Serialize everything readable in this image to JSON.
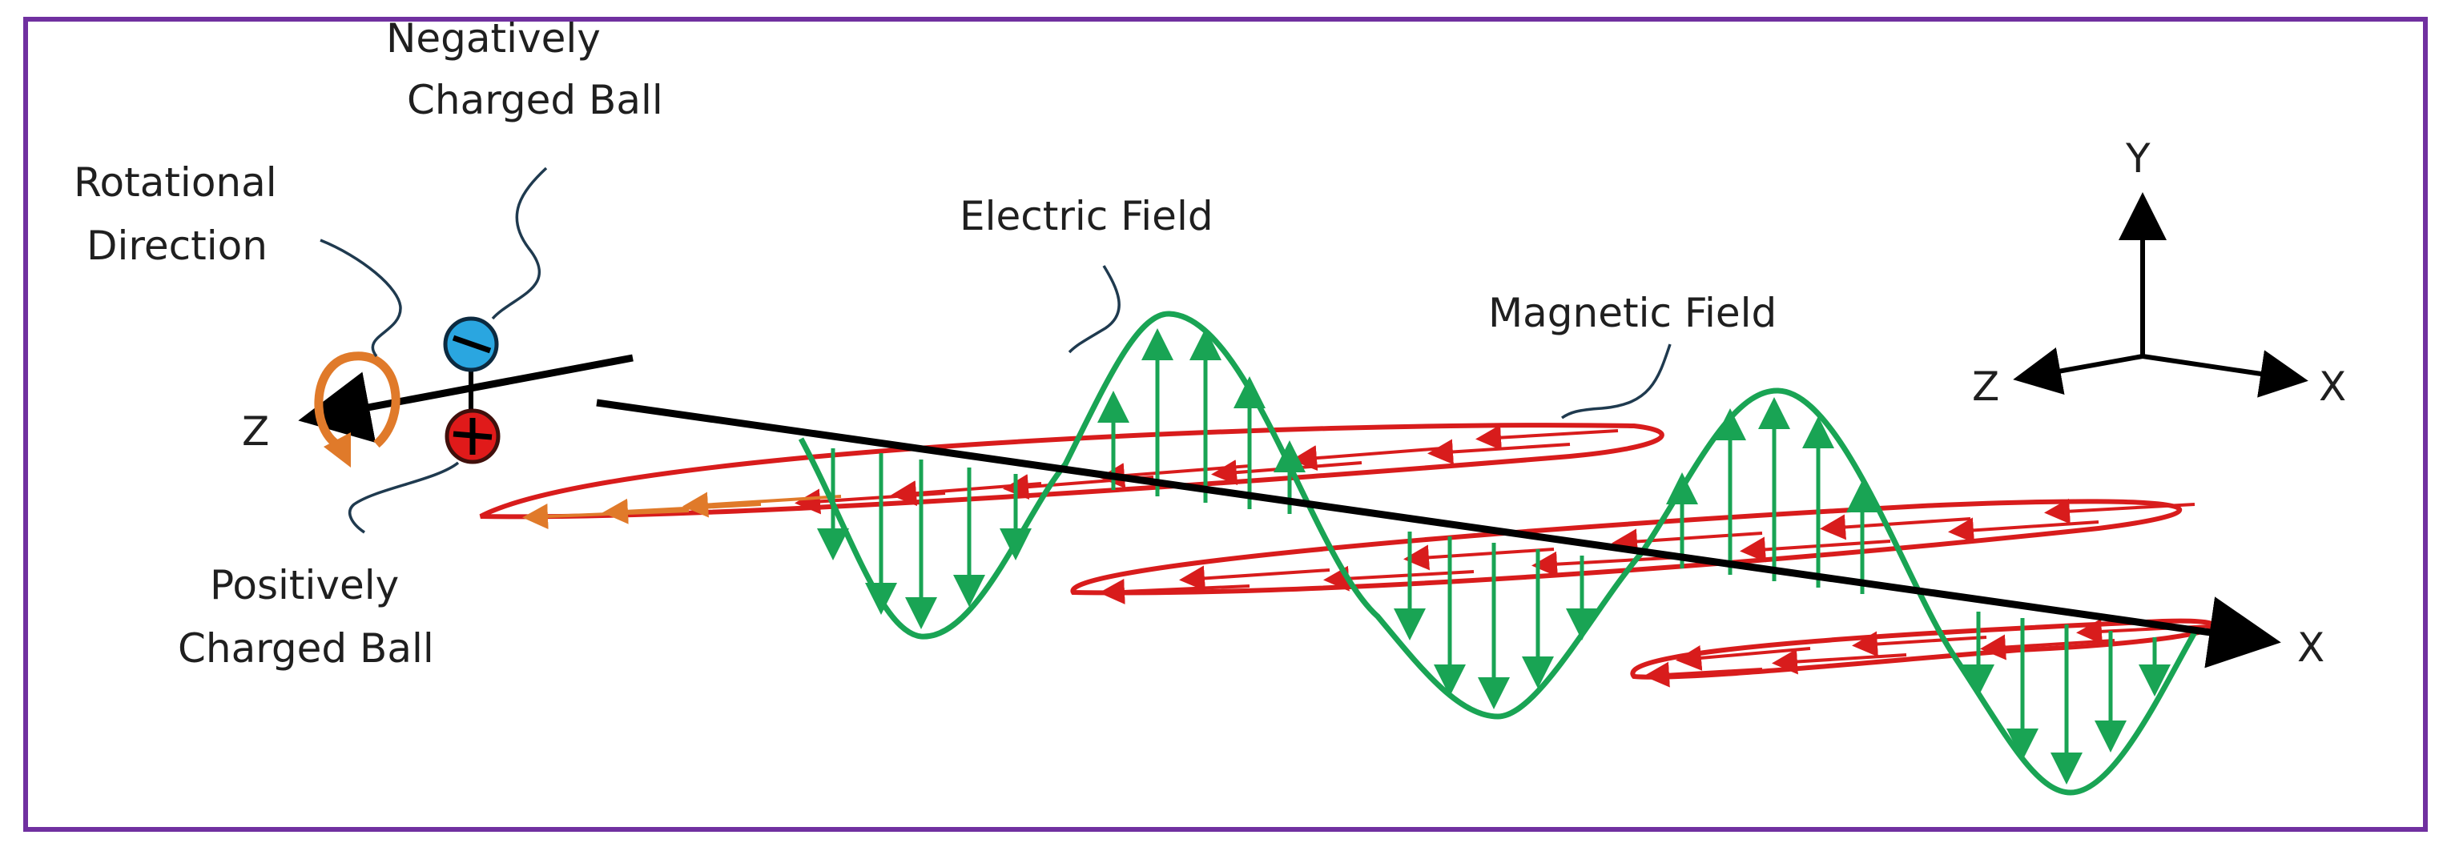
{
  "labels": {
    "rotational": [
      "Rotational",
      "Direction"
    ],
    "negative": [
      "Negatively",
      "Charged Ball"
    ],
    "positive": [
      "Positively",
      "Charged Ball"
    ],
    "electric": "Electric Field",
    "magnetic": "Magnetic  Field",
    "axis_z_left": "Z",
    "axis_x_main": "X",
    "axis_y_triad": "Y",
    "axis_z_triad": "Z",
    "axis_x_triad": "X"
  },
  "colors": {
    "frame": "#7030a0",
    "electric_wave": "#19a454",
    "magnetic_wave": "#d81c1c",
    "magnetic_wave_near": "#e07a2a",
    "rotation_arrow": "#e07a2a",
    "negative_ball": "#2aa6e0",
    "positive_ball": "#e01a1a",
    "axis": "#000000",
    "leader_line": "#1f3a4f"
  },
  "icons": {
    "rotation": "circular-arrow-icon",
    "negative": "minus-sign-icon",
    "positive": "plus-sign-icon"
  },
  "wave": {
    "electric_periods_shown": 2.75,
    "magnetic_loops_shown": 3
  }
}
